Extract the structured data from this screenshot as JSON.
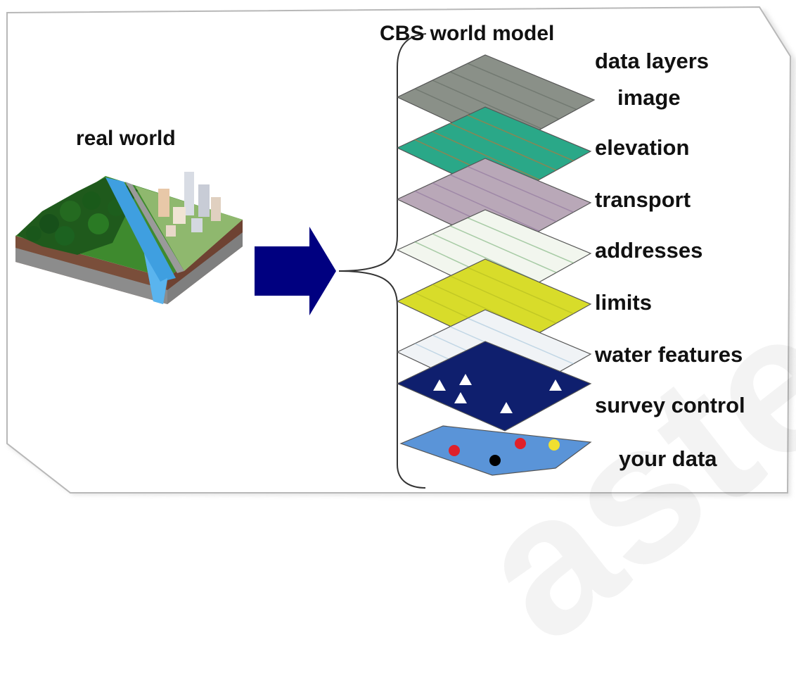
{
  "diagram": {
    "real_world_label": "real world",
    "model_label": "CBS world model",
    "header_label": "data layers",
    "layers": [
      {
        "label": "image",
        "color": "#8a9088"
      },
      {
        "label": "elevation",
        "color": "#2aa888"
      },
      {
        "label": "transport",
        "color": "#b9a8b8"
      },
      {
        "label": "addresses",
        "color": "#f2f6ee"
      },
      {
        "label": "limits",
        "color": "#d8dc2a"
      },
      {
        "label": "water features",
        "color": "#f0f3f6"
      },
      {
        "label": "survey control",
        "color": "#0f1f6e"
      },
      {
        "label": "your data",
        "color": "#5a94d8"
      }
    ],
    "arrow_color": "#000080",
    "watermark_text": "aster"
  }
}
